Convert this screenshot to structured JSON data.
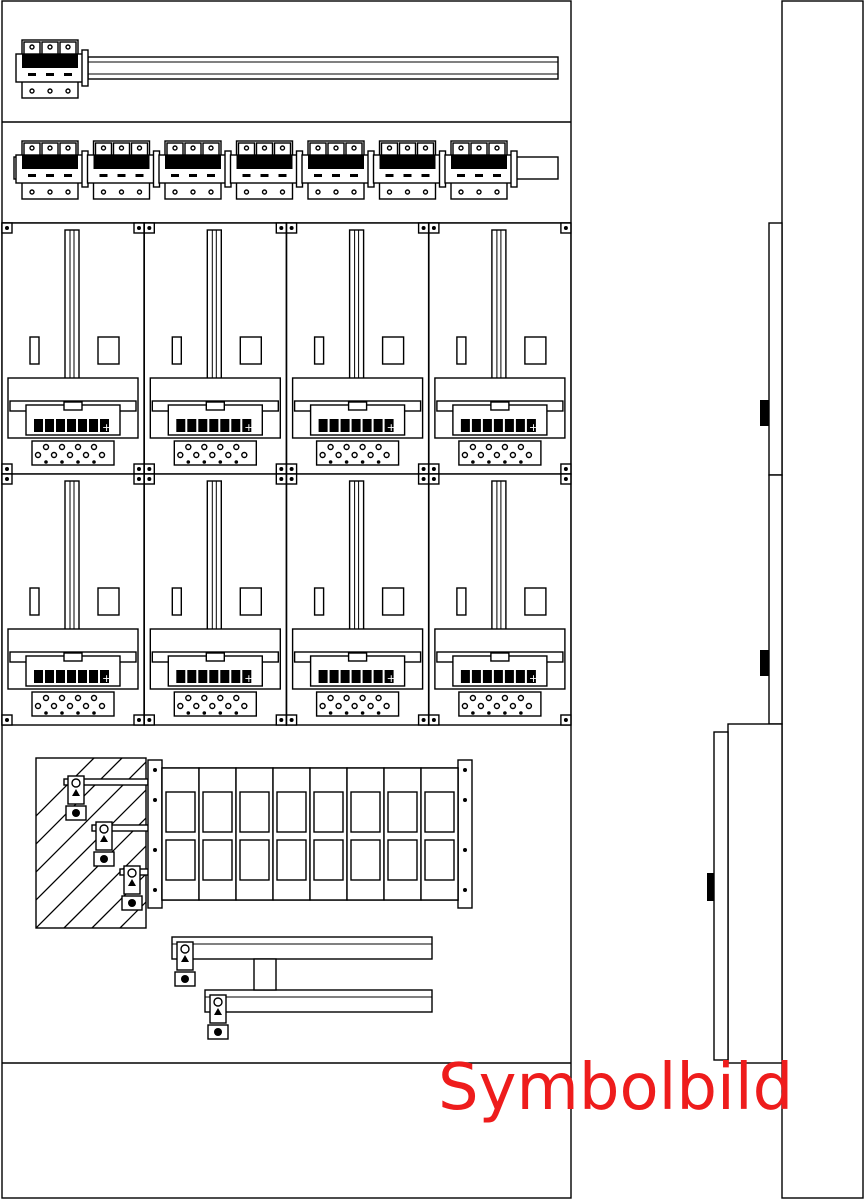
{
  "watermark": {
    "text": "Symbolbild",
    "color": "#ee1c1c"
  },
  "cabinet": {
    "top_breaker_groups": 1,
    "breaker_groups": 7,
    "meter_columns": 4,
    "meter_rows": 2,
    "neutral_terminals": 8
  }
}
